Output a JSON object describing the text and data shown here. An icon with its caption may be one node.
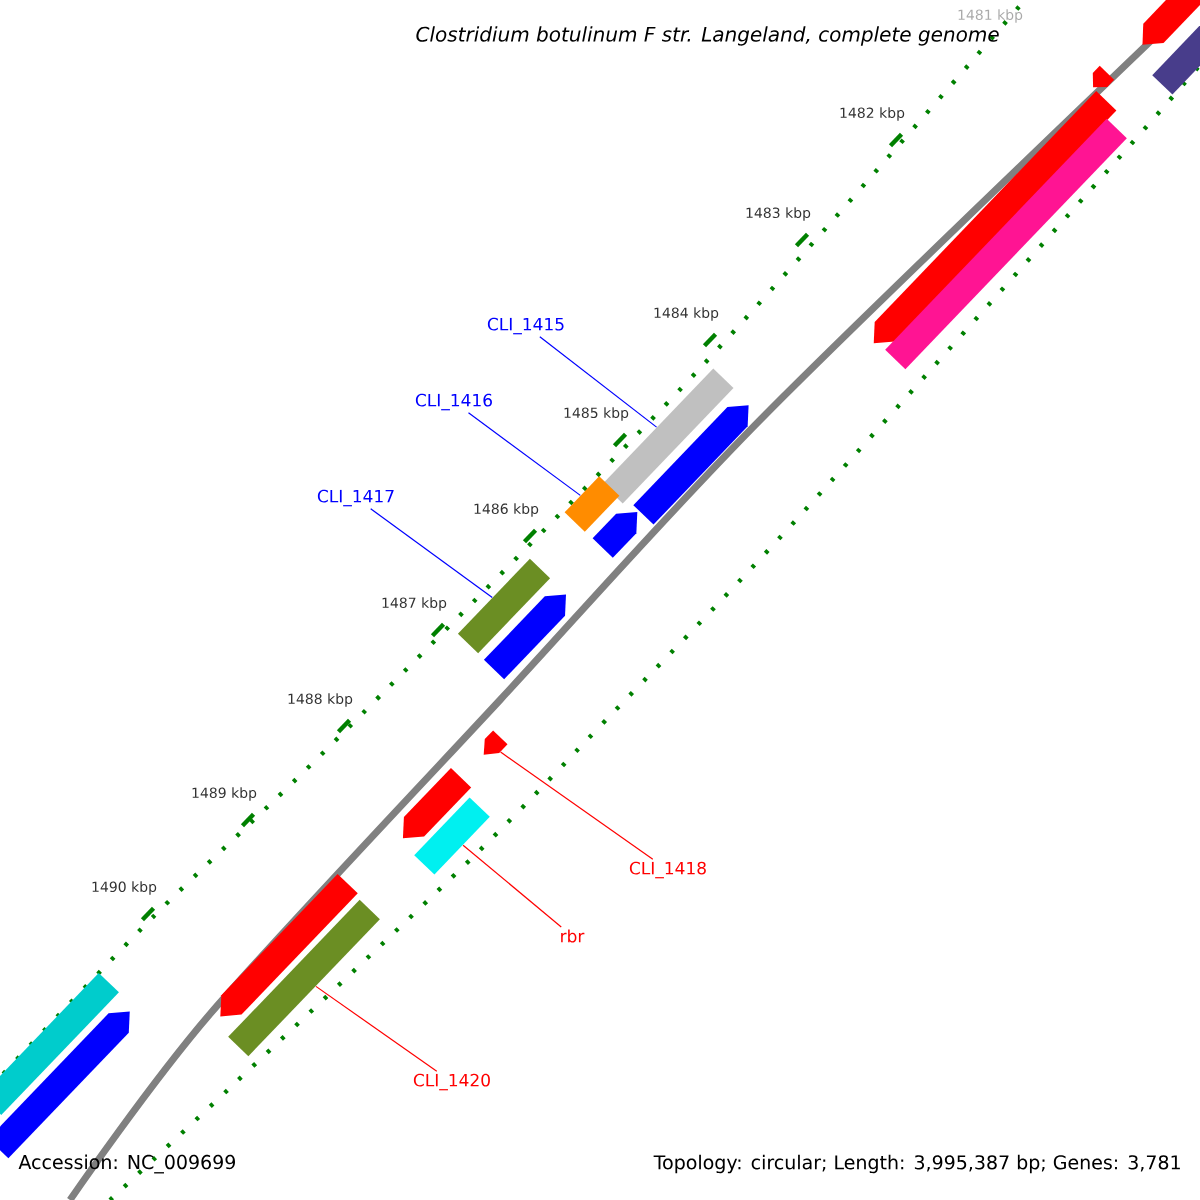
{
  "diagram": {
    "title": "Clostridium botulinum F str. Langeland, complete genome",
    "nodes": [
      {
        "text": [
          "CLI_1415"
        ]
      },
      {
        "text": [],
        "shape": "bar"
      },
      {
        "text": [
          "CLI_1416"
        ]
      },
      {
        "text": [],
        "shape": "bar"
      },
      {
        "text": [
          "CLI_1417"
        ]
      },
      {
        "text": [],
        "shape": "bar"
      },
      {
        "text": [
          "CLI_1418"
        ]
      },
      {
        "text": [],
        "shape": "bar"
      },
      {
        "text": [
          "rbr"
        ]
      },
      {
        "text": [],
        "shape": "bar"
      },
      {
        "text": [
          "CLI_1420"
        ]
      },
      {
        "text": [],
        "shape": "bar"
      },
      {
        "text": [],
        "shape": "bar"
      },
      {
        "text": [],
        "shape": "bar"
      },
      {
        "text": [],
        "shape": "bar"
      },
      {
        "text": [],
        "shape": "bar"
      },
      {
        "text": [],
        "shape": "bar"
      },
      {
        "text": [],
        "shape": "bar"
      },
      {
        "text": [],
        "shape": "bar"
      },
      {
        "text": [],
        "shape": "bar"
      },
      {
        "text": [],
        "shape": "bar"
      },
      {
        "text": [],
        "shape": "bar"
      },
      {
        "text": [],
        "shape": "bar"
      },
      {
        "text": [],
        "shape": "bar"
      }
    ],
    "edges": [
      {
        "from": 0,
        "to": 1,
        "arrow": "none",
        "color": "#0000ff"
      },
      {
        "from": 2,
        "to": 3,
        "arrow": "none",
        "color": "#0000ff"
      },
      {
        "from": 4,
        "to": 5,
        "arrow": "none",
        "color": "#0000ff"
      },
      {
        "from": 6,
        "to": 7,
        "arrow": "none",
        "color": "#ff0000"
      },
      {
        "from": 8,
        "to": 9,
        "arrow": "none",
        "color": "#ff0000"
      },
      {
        "from": 10,
        "to": 11,
        "arrow": "none",
        "color": "#ff0000"
      }
    ],
    "labels": [
      "1481 kbp",
      "1482 kbp",
      "1483 kbp",
      "1484 kbp",
      "1485 kbp",
      "1486 kbp",
      "1487 kbp",
      "1488 kbp",
      "1489 kbp",
      "1490 kbp",
      "Accession: NC_009699",
      "Topology: circular; Length: 3,995,387 bp; Genes: 3,781"
    ]
  }
}
